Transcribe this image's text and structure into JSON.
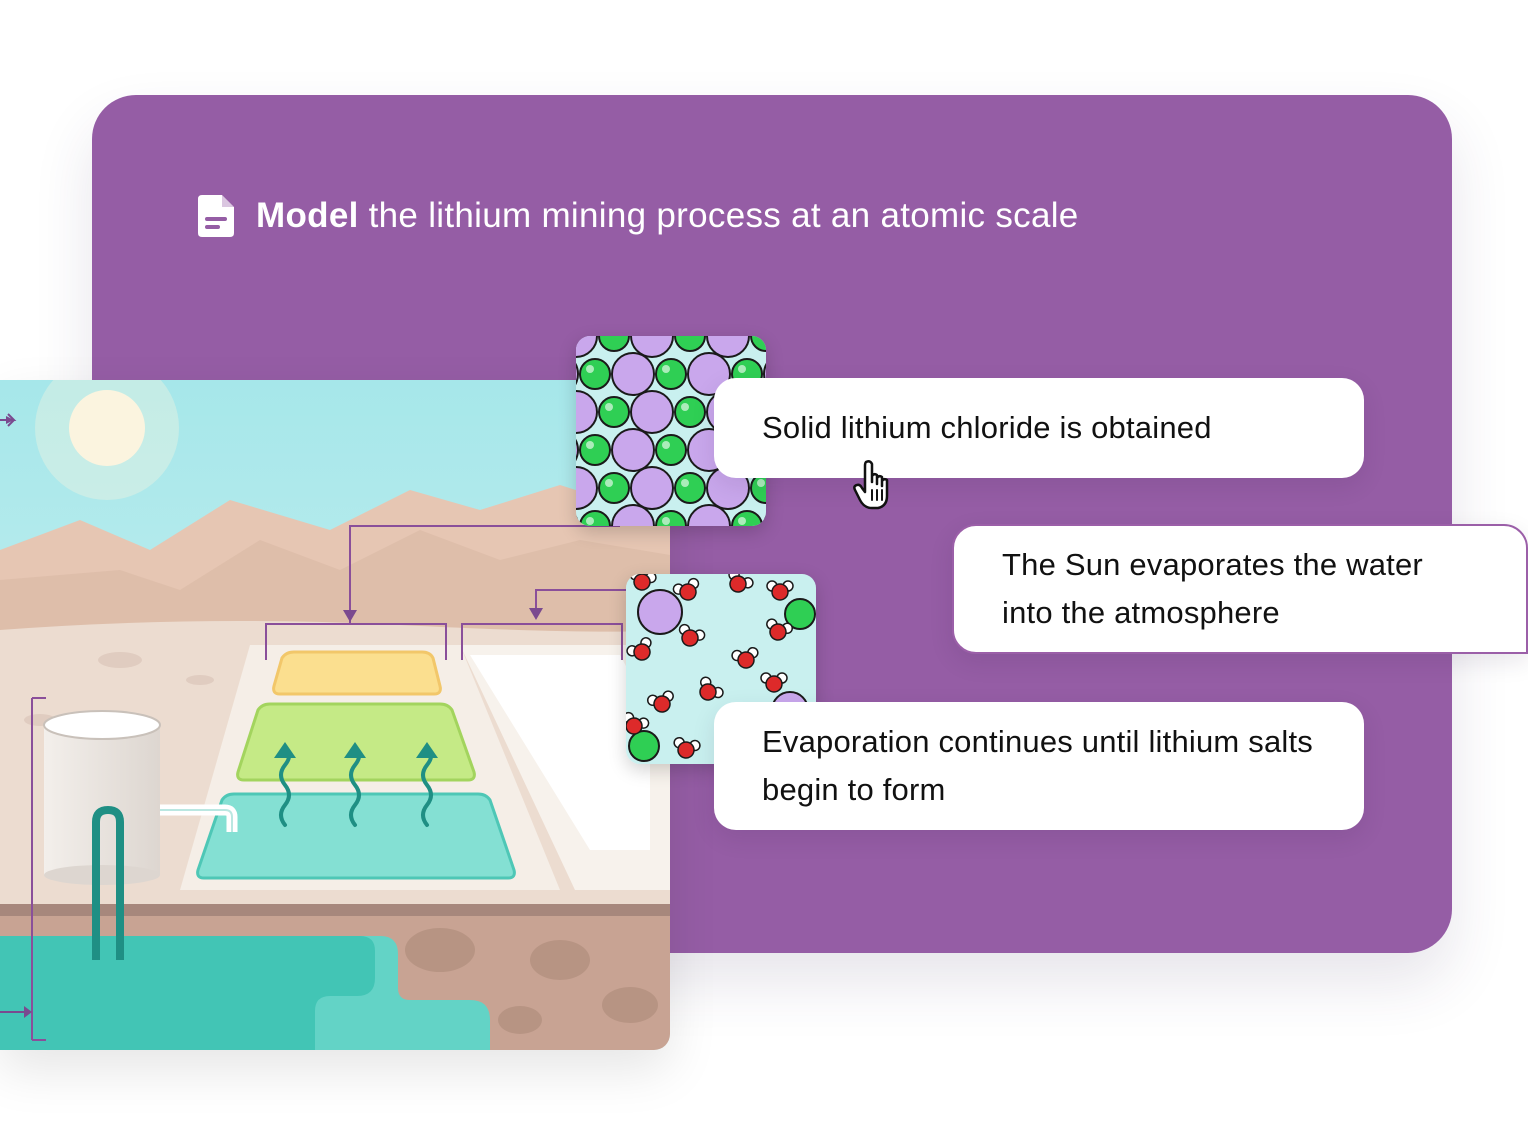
{
  "colors": {
    "panel": "#955da5",
    "panel_text": "#ffffff",
    "card_bg": "#ffffff",
    "card_text": "#111111",
    "card_outline": "#9b5fa8",
    "chlorine_atom": "#2fcf54",
    "lithium_atom": "#c9a7ec",
    "oxygen_atom": "#dd2a2a",
    "brine": "#6fd8cc",
    "sky": "#c0ecee"
  },
  "task": {
    "icon": "document-icon",
    "verb": "Model",
    "rest": "the lithium mining process at an atomic scale"
  },
  "cards": [
    {
      "text": "Solid lithium chloride is obtained",
      "selected": false
    },
    {
      "text": "The Sun evaporates the water into the atmosphere",
      "selected": true
    },
    {
      "text": "Evaporation continues until lithium salts begin to form",
      "selected": false
    }
  ],
  "tiles": [
    {
      "icon": "lithium-chloride-lattice-icon"
    },
    {
      "icon": "water-molecules-icon"
    }
  ],
  "scene": {
    "icon": "lithium-evaporation-pond-illustration"
  },
  "pointer": {
    "icon": "hand-pointer-icon"
  }
}
